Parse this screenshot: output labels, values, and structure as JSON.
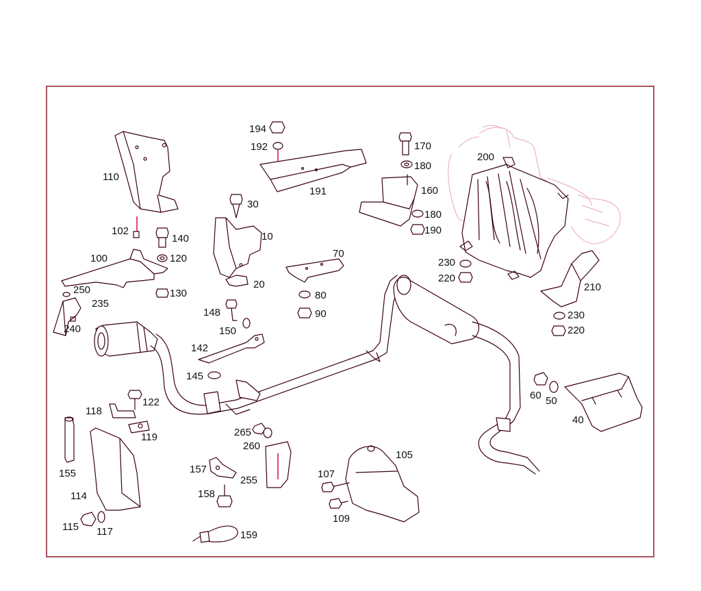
{
  "colors": {
    "frame": "#8b1a2b",
    "stroke": "#3a0010",
    "ghost": "#e8a7b4",
    "highlight": "#cc0033"
  },
  "labels": {
    "p194": "194",
    "p192": "192",
    "p191": "191",
    "p170": "170",
    "p180a": "180",
    "p160": "160",
    "p180b": "180",
    "p190": "190",
    "p200": "200",
    "p110": "110",
    "p102": "102",
    "p140": "140",
    "p120": "120",
    "p100": "100",
    "p130": "130",
    "p250": "250",
    "p235": "235",
    "p240": "240",
    "p30": "30",
    "p10": "10",
    "p20": "20",
    "p70": "70",
    "p80": "80",
    "p90": "90",
    "p230a": "230",
    "p220a": "220",
    "p210": "210",
    "p230b": "230",
    "p220b": "220",
    "p148": "148",
    "p150": "150",
    "p142": "142",
    "p145": "145",
    "p122": "122",
    "p118": "118",
    "p119": "119",
    "p155": "155",
    "p114": "114",
    "p115": "115",
    "p117": "117",
    "p265": "265",
    "p260": "260",
    "p157": "157",
    "p255": "255",
    "p158": "158",
    "p159": "159",
    "p105": "105",
    "p107": "107",
    "p109": "109",
    "p60": "60",
    "p50": "50",
    "p40": "40"
  }
}
